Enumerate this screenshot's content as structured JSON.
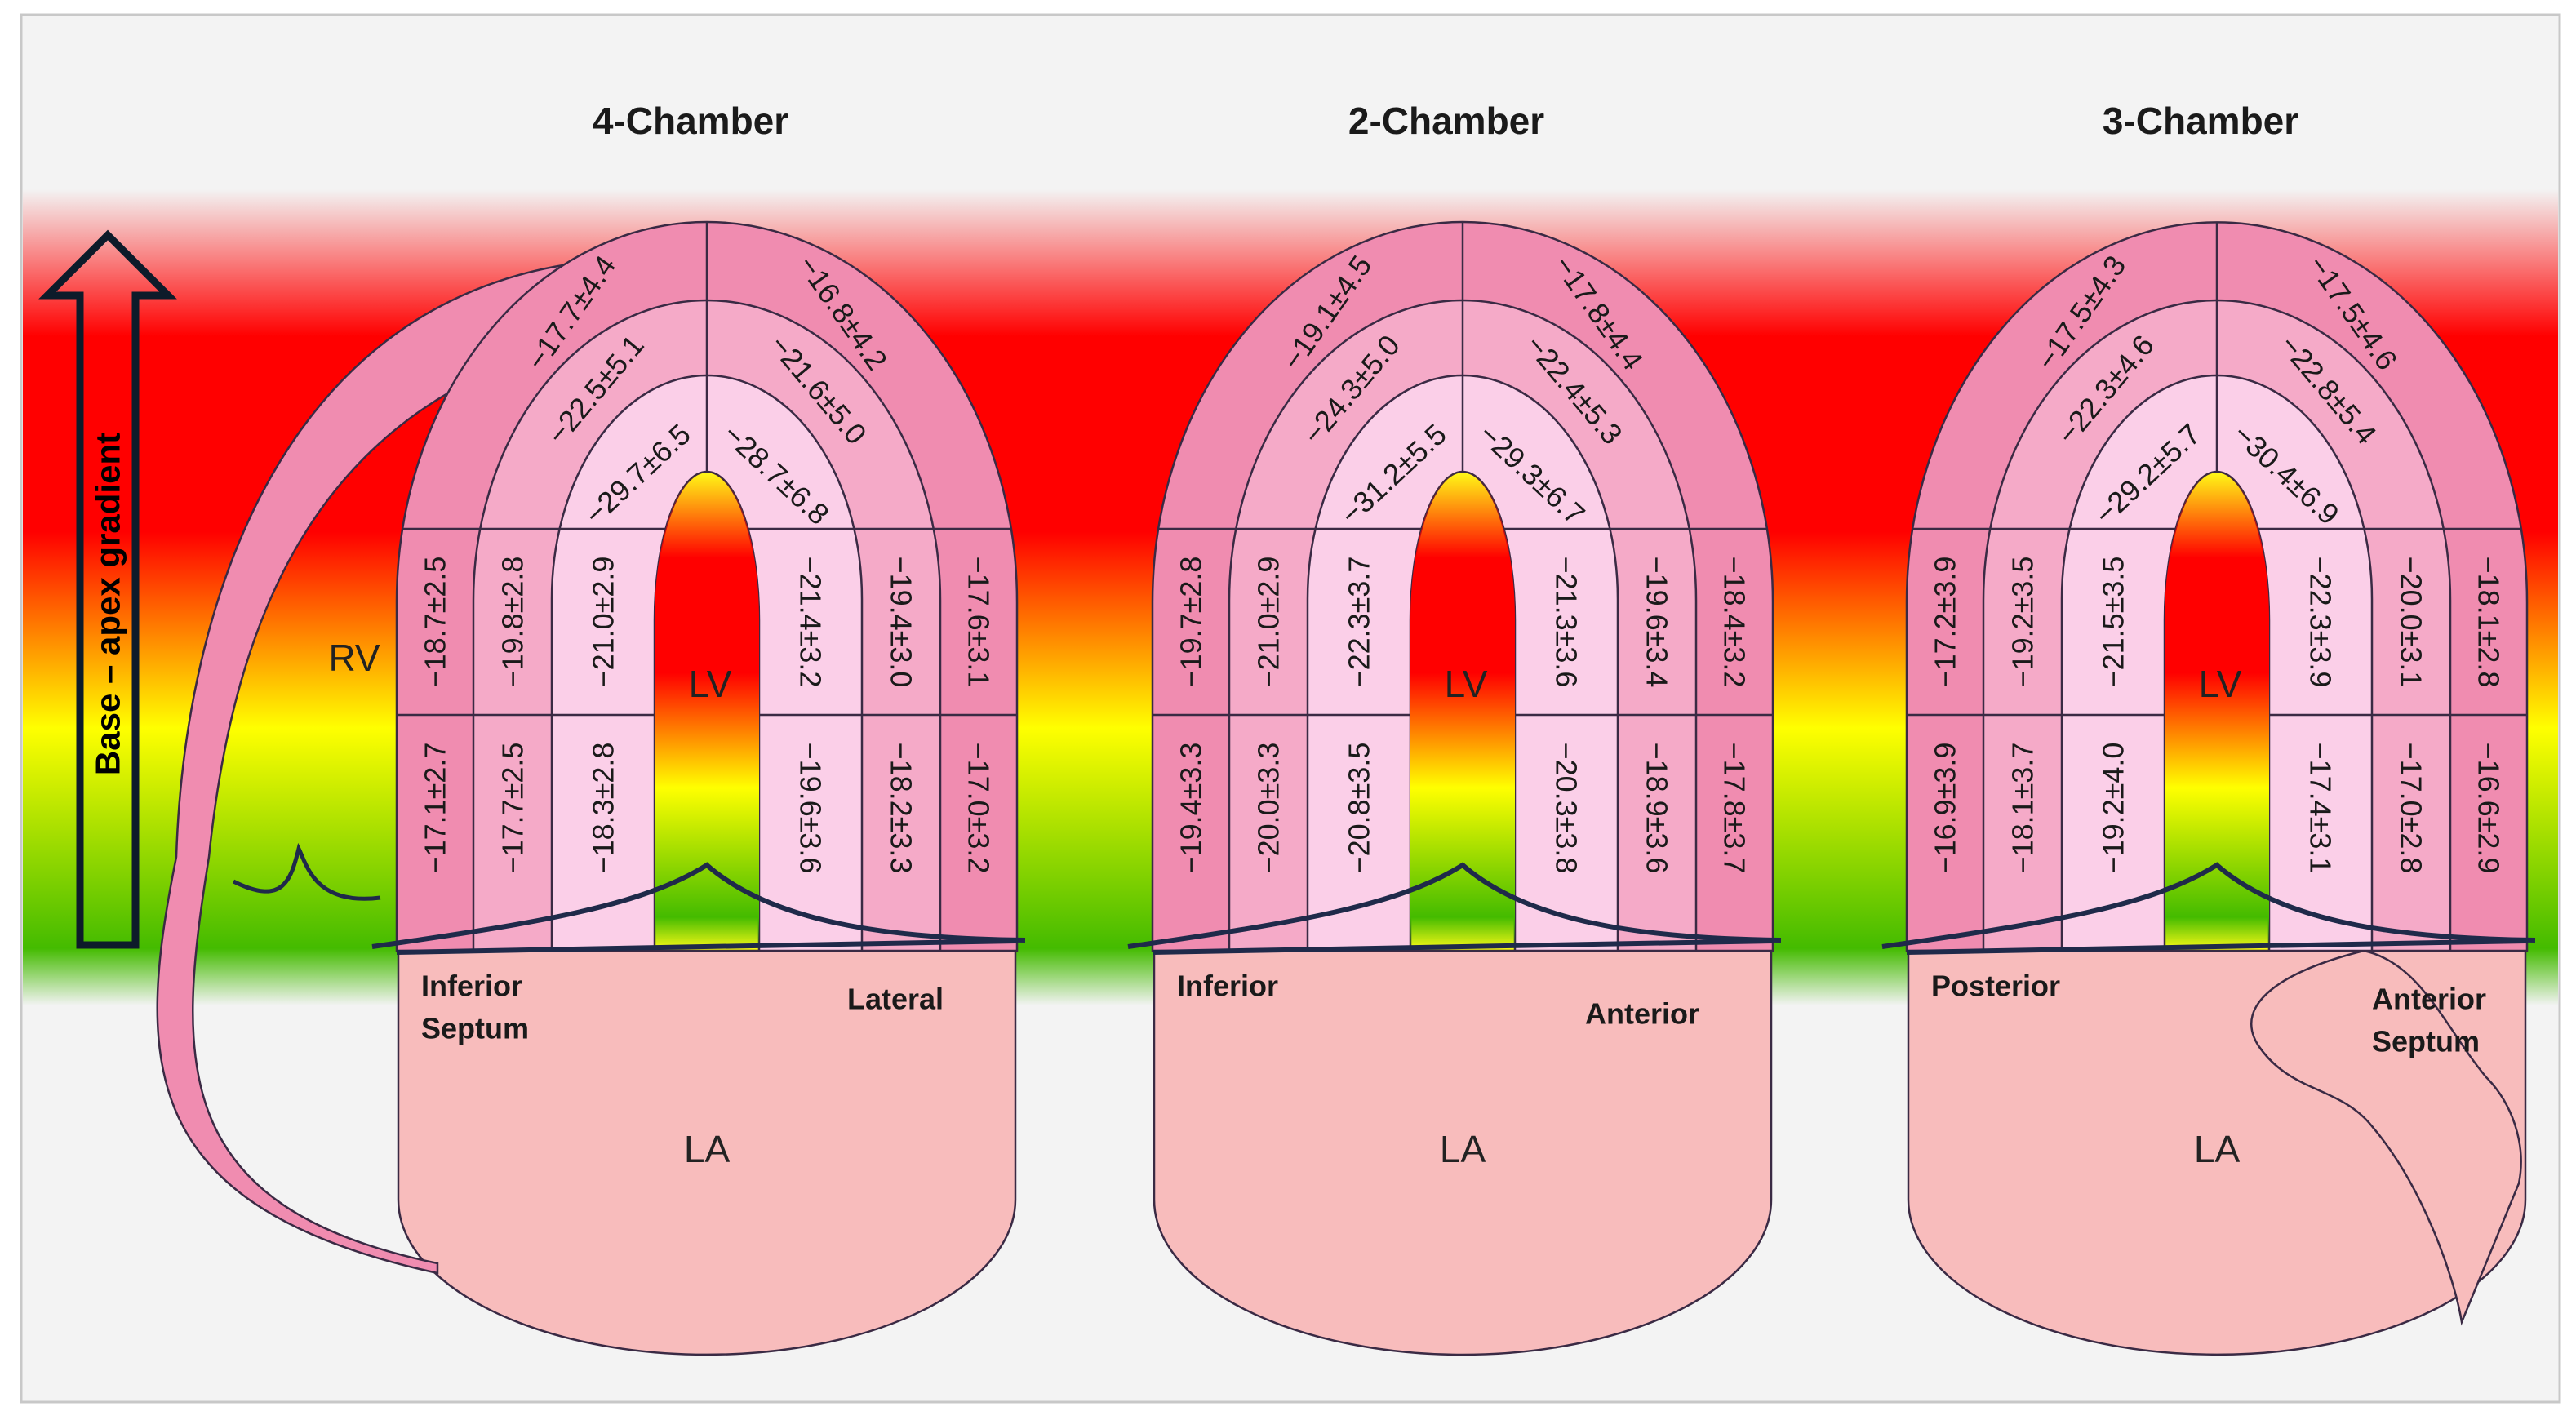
{
  "gradient_label": "Base – apex gradient",
  "colors": {
    "band_top": "#ff0000",
    "band_mid": "#ffff00",
    "band_bottom": "#44bb00",
    "outer_wall": "#f08cb0",
    "middle_wall": "#f5aac8",
    "inner_wall": "#fbcfe8",
    "atrium": "#f8bcbc",
    "outline": "#3a2a44",
    "annulus": "#1f2a4a"
  },
  "views": [
    {
      "title": "4-Chamber",
      "ventricle_label": "LV",
      "atrium_label": "LA",
      "extra_label": "RV",
      "left_wall_label": [
        "Inferior",
        "Septum"
      ],
      "right_wall_label": [
        "Lateral"
      ],
      "apex_values": [
        "−17.7±4.4",
        "−22.5±5.1",
        "−29.7±6.5",
        "−16.8±4.2",
        "−21.6±5.0",
        "−28.7±6.8"
      ],
      "left_mid_values": [
        "−18.7±2.5",
        "−19.8±2.8",
        "−21.0±2.9"
      ],
      "left_base_values": [
        "−17.1±2.7",
        "−17.7±2.5",
        "−18.3±2.8"
      ],
      "right_mid_values": [
        "−17.6±3.1",
        "−19.4±3.0",
        "−21.4±3.2"
      ],
      "right_base_values": [
        "−17.0±3.2",
        "−18.2±3.3",
        "−19.6±3.6"
      ]
    },
    {
      "title": "2-Chamber",
      "ventricle_label": "LV",
      "atrium_label": "LA",
      "left_wall_label": [
        "Inferior"
      ],
      "right_wall_label": [
        "Anterior"
      ],
      "apex_values": [
        "−19.1±4.5",
        "−24.3±5.0",
        "−31.2±5.5",
        "−17.8±4.4",
        "−22.4±5.3",
        "−29.3±6.7"
      ],
      "left_mid_values": [
        "−19.7±2.8",
        "−21.0±2.9",
        "−22.3±3.7"
      ],
      "left_base_values": [
        "−19.4±3.3",
        "−20.0±3.3",
        "−20.8±3.5"
      ],
      "right_mid_values": [
        "−18.4±3.2",
        "−19.6±3.4",
        "−21.3±3.6"
      ],
      "right_base_values": [
        "−17.8±3.7",
        "−18.9±3.6",
        "−20.3±3.8"
      ]
    },
    {
      "title": "3-Chamber",
      "ventricle_label": "LV",
      "atrium_label": "LA",
      "left_wall_label": [
        "Posterior"
      ],
      "right_wall_label": [
        "Anterior",
        "Septum"
      ],
      "apex_values": [
        "−17.5±4.3",
        "−22.3±4.6",
        "−29.2±5.7",
        "−17.5±4.6",
        "−22.8±5.4",
        "−30.4±6.9"
      ],
      "left_mid_values": [
        "−17.2±3.9",
        "−19.2±3.5",
        "−21.5±3.5"
      ],
      "left_base_values": [
        "−16.9±3.9",
        "−18.1±3.7",
        "−19.2±4.0"
      ],
      "right_mid_values": [
        "−18.1±2.8",
        "−20.0±3.1",
        "−22.3±3.9"
      ],
      "right_base_values": [
        "−16.6±2.9",
        "−17.0±2.8",
        "−17.4±3.1"
      ]
    }
  ]
}
